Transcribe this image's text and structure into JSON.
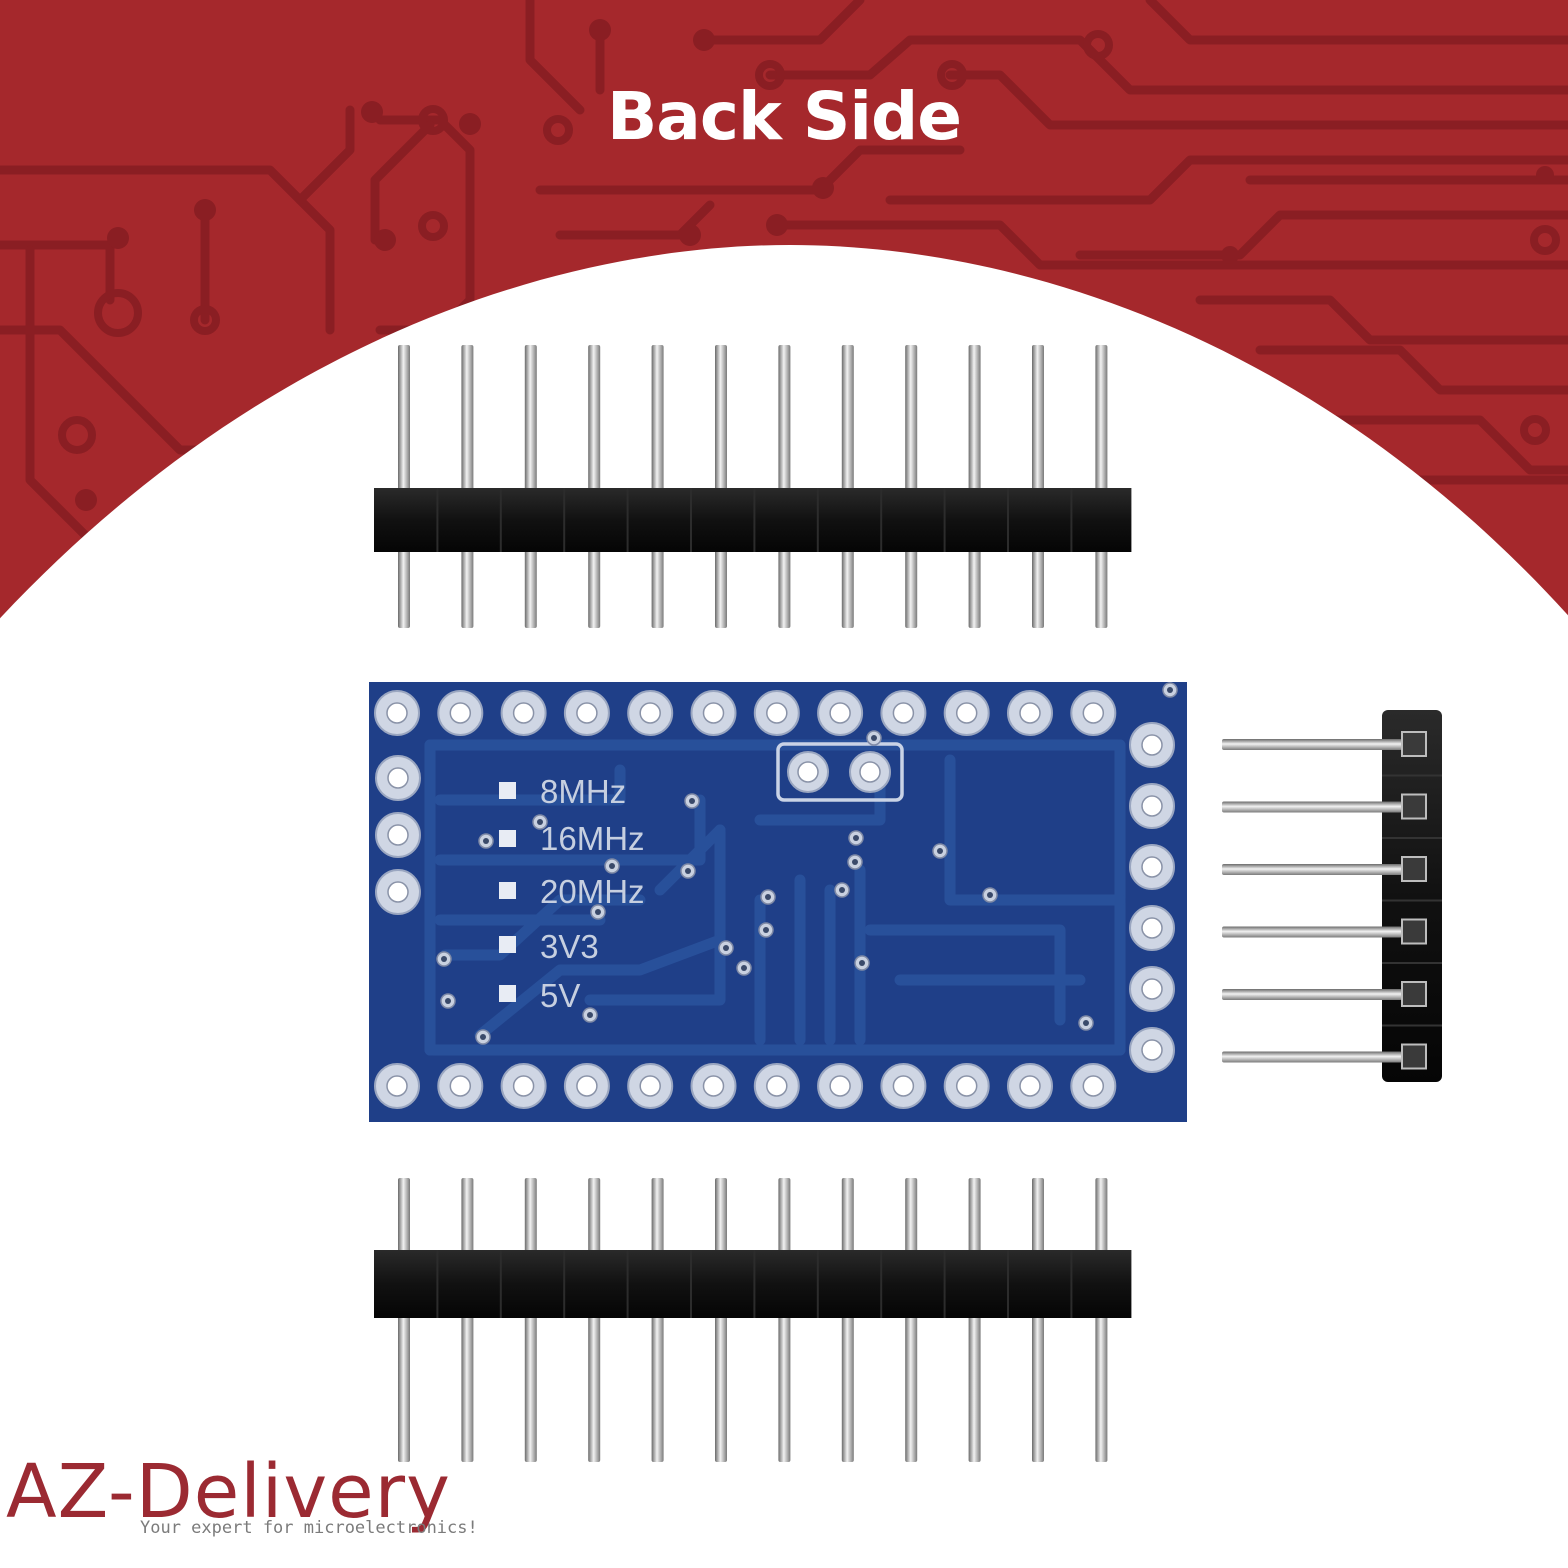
{
  "page": {
    "title": "Back Side"
  },
  "board": {
    "labels": [
      "8MHz",
      "16MHz",
      "20MHz",
      "3V3",
      "5V"
    ]
  },
  "brand": {
    "name": "AZ-Delivery",
    "tagline": "Your expert for microelectronics!"
  },
  "colors": {
    "background": "#a5282c",
    "trace": "#8a1e23",
    "pcb": "#1f3f88",
    "pcb_trace": "#28509a",
    "brand": "#9b2a32"
  }
}
